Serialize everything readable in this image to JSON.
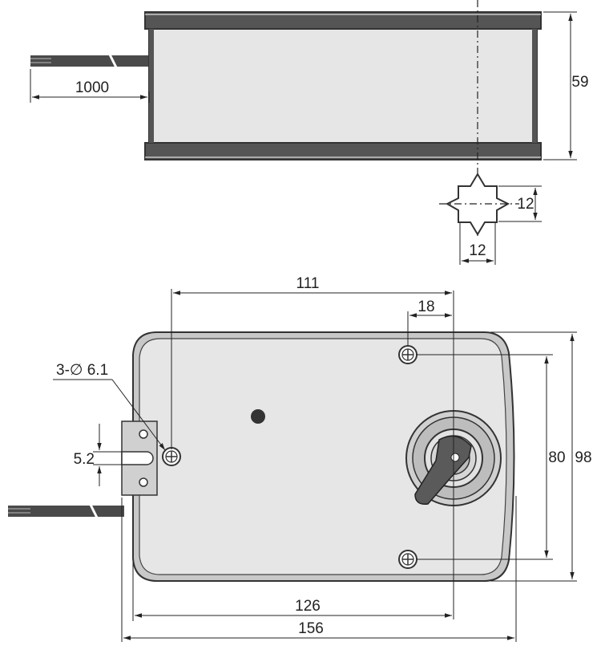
{
  "dimensions": {
    "cable_length": "1000",
    "side_height": "59",
    "shaft_height": "12",
    "shaft_width": "12",
    "hole_spacing": "111",
    "hole_offset": "18",
    "hole_spec": "3-∅ 6.1",
    "slot_width": "5.2",
    "hole_pitch_vertical": "80",
    "overall_height": "98",
    "inner_width": "126",
    "overall_width": "156"
  },
  "colors": {
    "body_fill": "#e6e6e6",
    "body_dark": "#555555",
    "outline": "#333333",
    "arm_fill": "#5a5a5a",
    "cable": "#4a4a4a"
  }
}
